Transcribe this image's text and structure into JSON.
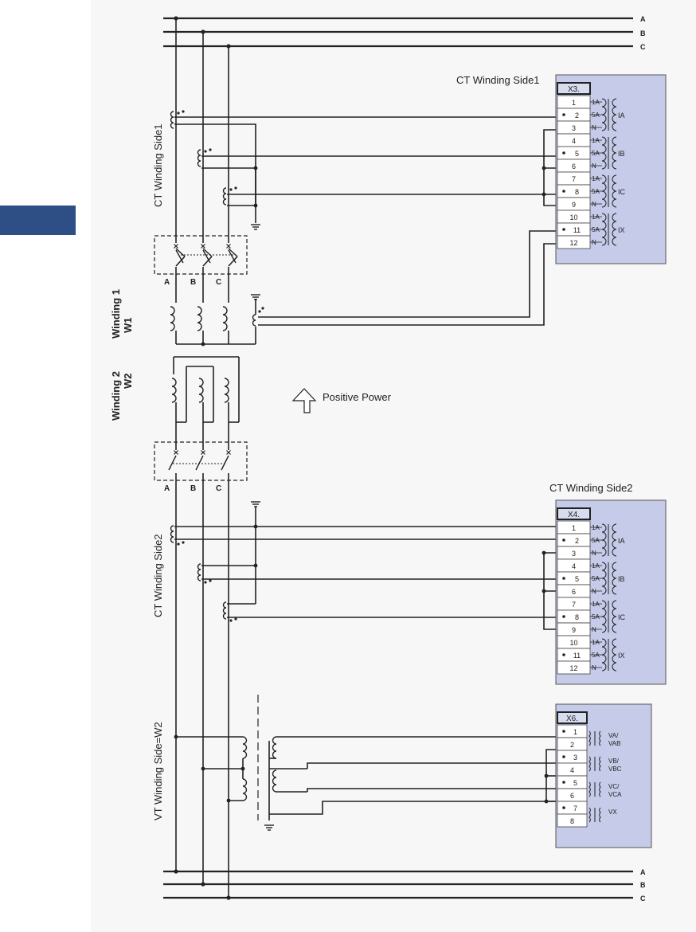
{
  "buses_top": [
    "A",
    "B",
    "C"
  ],
  "buses_bottom": [
    "A",
    "B",
    "C"
  ],
  "phase_labels_w1": [
    "A",
    "B",
    "C"
  ],
  "phase_labels_w2": [
    "A",
    "B",
    "C"
  ],
  "ct_side1_vertical_label": "CT Winding Side1",
  "ct_side2_vertical_label": "CT Winding Side2",
  "vt_vertical_label": "VT Winding Side=W2",
  "winding1": {
    "line1": "Winding 1",
    "line2": "W1"
  },
  "winding2": {
    "line1": "Winding 2",
    "line2": "W2"
  },
  "positive_power": "Positive Power",
  "block_x3": {
    "title": "CT Winding Side1",
    "header": "X3.",
    "terminals": [
      "1",
      "2",
      "3",
      "4",
      "5",
      "6",
      "7",
      "8",
      "9",
      "10",
      "11",
      "12"
    ],
    "groups": [
      {
        "taps": [
          "1A",
          "5A",
          "N"
        ],
        "name": "IA"
      },
      {
        "taps": [
          "1A",
          "5A",
          "N"
        ],
        "name": "IB"
      },
      {
        "taps": [
          "1A",
          "5A",
          "N"
        ],
        "name": "IC"
      },
      {
        "taps": [
          "1A",
          "5A",
          "N"
        ],
        "name": "IX"
      }
    ]
  },
  "block_x4": {
    "title": "CT Winding Side2",
    "header": "X4.",
    "terminals": [
      "1",
      "2",
      "3",
      "4",
      "5",
      "6",
      "7",
      "8",
      "9",
      "10",
      "11",
      "12"
    ],
    "groups": [
      {
        "taps": [
          "1A",
          "5A",
          "N"
        ],
        "name": "IA"
      },
      {
        "taps": [
          "1A",
          "5A",
          "N"
        ],
        "name": "IB"
      },
      {
        "taps": [
          "1A",
          "5A",
          "N"
        ],
        "name": "IC"
      },
      {
        "taps": [
          "1A",
          "5A",
          "N"
        ],
        "name": "IX"
      }
    ]
  },
  "block_x6": {
    "header": "X6.",
    "terminals": [
      "1",
      "2",
      "3",
      "4",
      "5",
      "6",
      "7",
      "8"
    ],
    "groups": [
      {
        "line1": "VA/",
        "line2": "VAB"
      },
      {
        "line1": "VB/",
        "line2": "VBC"
      },
      {
        "line1": "VC/",
        "line2": "VCA"
      },
      {
        "line1": "VX",
        "line2": ""
      }
    ]
  },
  "colors": {
    "block_fill": "#c5cbe8",
    "tab": "#2e4f86",
    "line": "#222222"
  }
}
